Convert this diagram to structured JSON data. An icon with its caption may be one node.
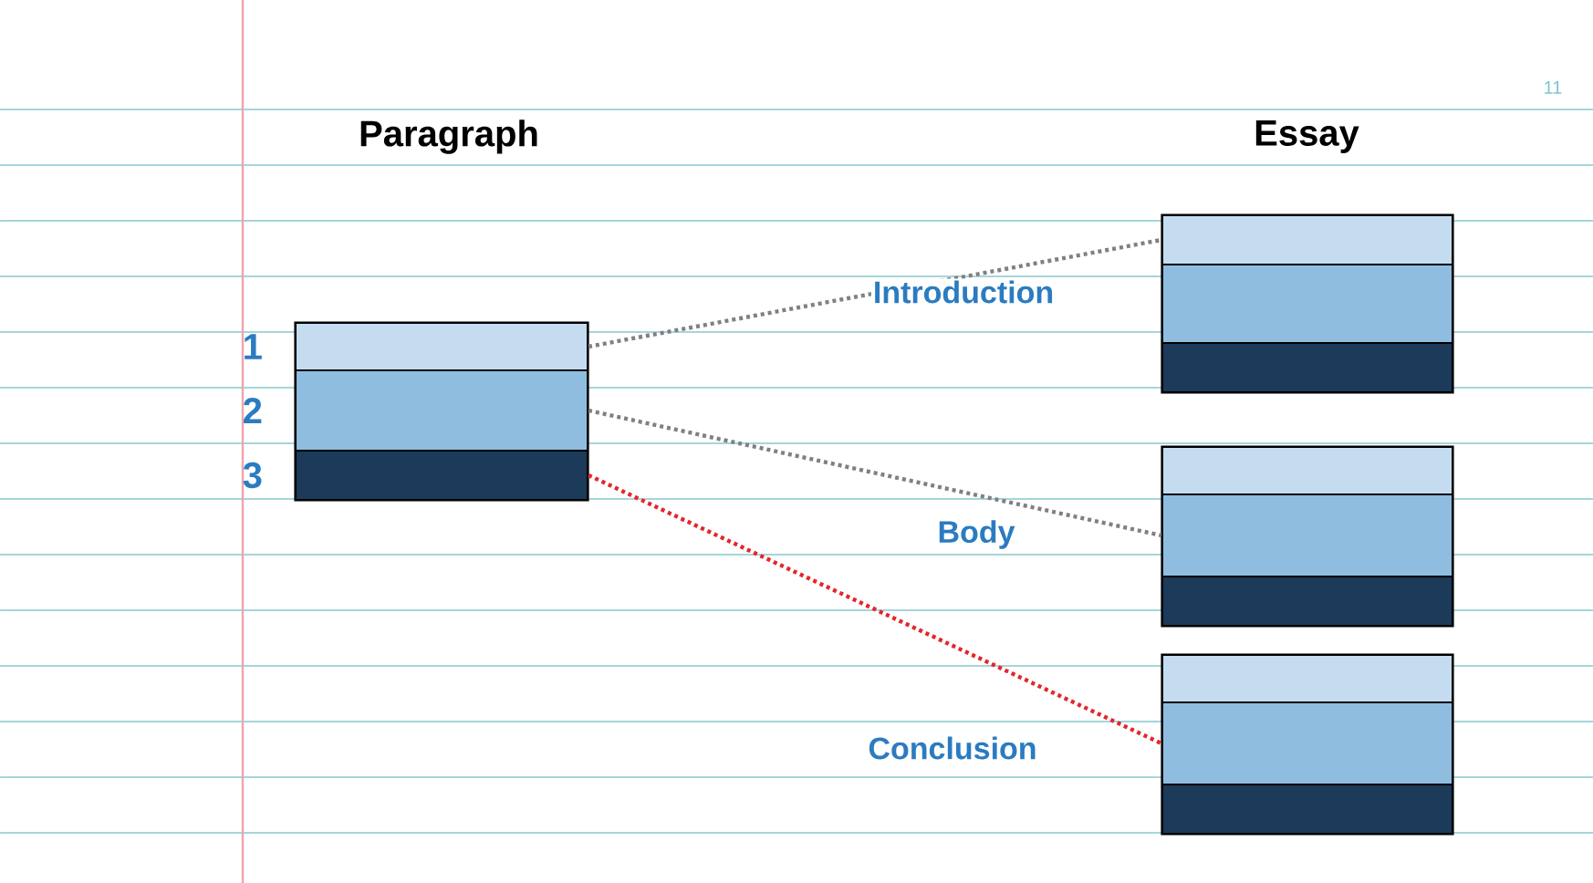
{
  "diagram": {
    "nodes": [
      {
        "text": [],
        "shape": "box"
      },
      {
        "text": [],
        "shape": "bar",
        "in": 0,
        "beside": [
          "1"
        ]
      },
      {
        "text": [],
        "shape": "bar",
        "in": 0,
        "beside": [
          "2"
        ]
      },
      {
        "text": [],
        "shape": "bar",
        "in": 0,
        "beside": [
          "3"
        ]
      },
      {
        "text": [],
        "shape": "box"
      },
      {
        "text": [],
        "shape": "bar",
        "in": 4
      },
      {
        "text": [],
        "shape": "bar",
        "in": 4
      },
      {
        "text": [],
        "shape": "bar",
        "in": 4
      },
      {
        "text": [],
        "shape": "box"
      },
      {
        "text": [],
        "shape": "bar",
        "in": 8
      },
      {
        "text": [],
        "shape": "bar",
        "in": 8
      },
      {
        "text": [],
        "shape": "bar",
        "in": 8
      },
      {
        "text": [],
        "shape": "box"
      },
      {
        "text": [],
        "shape": "bar",
        "in": 12
      },
      {
        "text": [],
        "shape": "bar",
        "in": 12
      },
      {
        "text": [],
        "shape": "bar",
        "in": 12
      }
    ],
    "edges": [
      {
        "from": 1,
        "to": 5,
        "arrow": "none",
        "style": "dashed",
        "label": "Introduction"
      },
      {
        "from": 2,
        "to": 10,
        "arrow": "none",
        "style": "dashed",
        "label": "Body"
      },
      {
        "from": 3,
        "to": 14,
        "arrow": "none",
        "style": "dashed",
        "color": "#e3262b",
        "label": "Conclusion"
      }
    ],
    "labels": [
      "11",
      "Paragraph",
      "Essay"
    ]
  }
}
